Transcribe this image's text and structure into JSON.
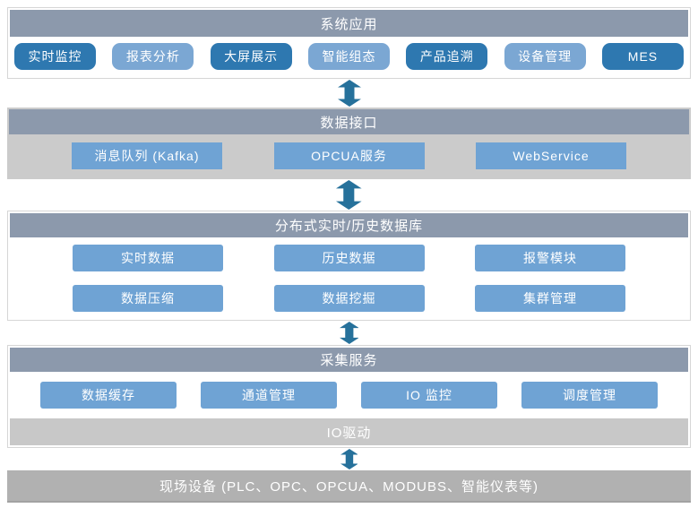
{
  "colors": {
    "header_bar": "#8c99ac",
    "dark_button": "#2e78b0",
    "light_button": "#7ba7d3",
    "mid_button": "#6fa3d4",
    "arrow": "#26719b",
    "interface_body": "#cbcbcb",
    "io_bar": "#c8c8c8",
    "field_bar": "#b1b1b1"
  },
  "layers": {
    "system_apps": {
      "title": "系统应用",
      "apps": [
        {
          "label": "实时监控",
          "tone": "dark"
        },
        {
          "label": "报表分析",
          "tone": "light"
        },
        {
          "label": "大屏展示",
          "tone": "dark"
        },
        {
          "label": "智能组态",
          "tone": "light"
        },
        {
          "label": "产品追溯",
          "tone": "dark"
        },
        {
          "label": "设备管理",
          "tone": "light"
        },
        {
          "label": "MES",
          "tone": "dark"
        }
      ]
    },
    "data_interface": {
      "title": "数据接口",
      "items": [
        "消息队列 (Kafka)",
        "OPCUA服务",
        "WebService"
      ]
    },
    "database": {
      "title": "分布式实时/历史数据库",
      "row1": [
        "实时数据",
        "历史数据",
        "报警模块"
      ],
      "row2": [
        "数据压缩",
        "数据挖掘",
        "集群管理"
      ]
    },
    "collection": {
      "title": "采集服务",
      "items": [
        "数据缓存",
        "通道管理",
        "IO 监控",
        "调度管理"
      ],
      "footer": "IO驱动"
    },
    "field_devices": {
      "title": "现场设备 (PLC、OPC、OPCUA、MODUBS、智能仪表等)"
    },
    "arrow_icon": "vertical-double-arrow"
  }
}
